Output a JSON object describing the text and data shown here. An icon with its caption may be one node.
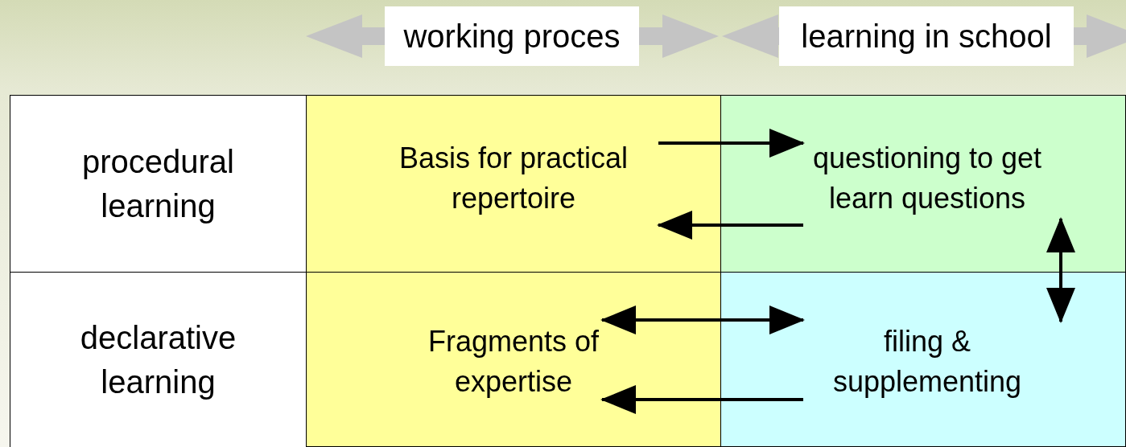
{
  "diagram": {
    "nodes": [
      {
        "text": [
          "working proces"
        ]
      },
      {
        "text": [
          "learning in school"
        ]
      },
      {
        "text": [
          "procedural learning"
        ]
      },
      {
        "text": [
          "declarative learning"
        ]
      },
      {
        "text": [
          "Basis for practical repertoire"
        ]
      },
      {
        "text": [
          "questioning to get learn questions"
        ]
      },
      {
        "text": [
          "Fragments of expertise"
        ]
      },
      {
        "text": [
          "filing & supplementing"
        ]
      }
    ],
    "edges": [
      {
        "from": 4,
        "to": 5,
        "arrow": "to"
      },
      {
        "from": 5,
        "to": 4,
        "arrow": "to"
      },
      {
        "from": 6,
        "to": 7,
        "arrow": "both"
      },
      {
        "from": 7,
        "to": 6,
        "arrow": "to"
      },
      {
        "from": 5,
        "to": 7,
        "arrow": "both"
      }
    ]
  }
}
